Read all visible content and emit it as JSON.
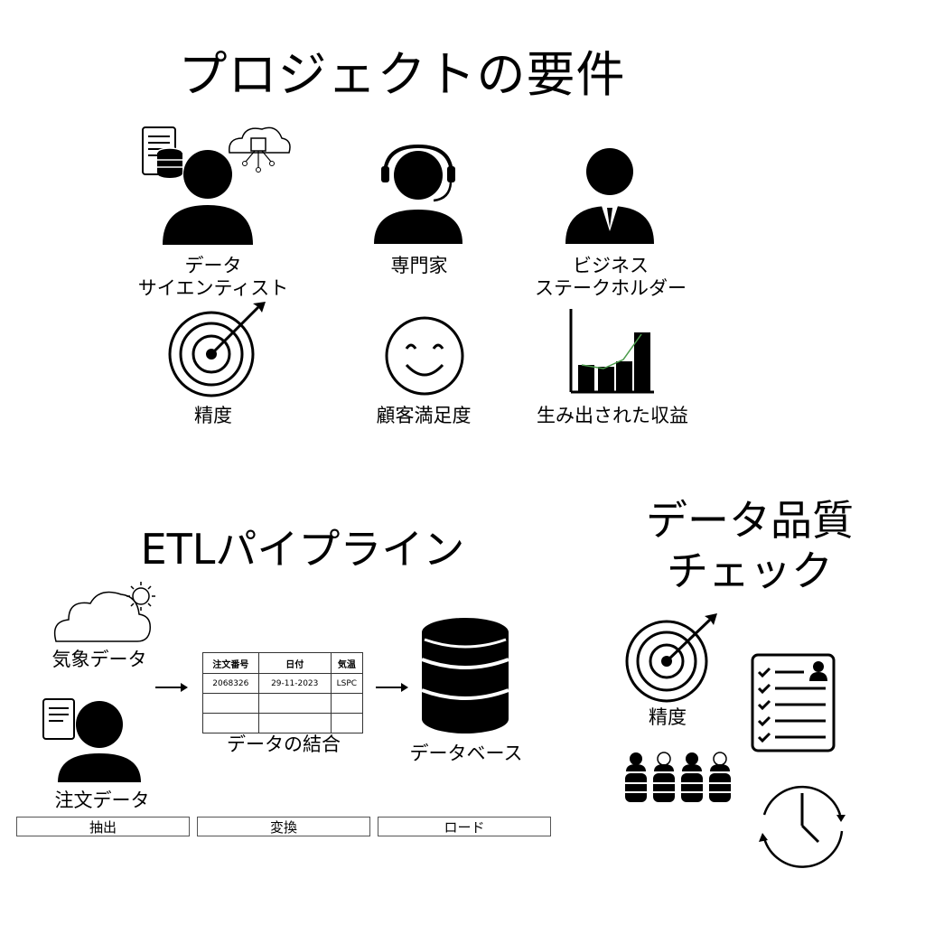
{
  "title": "プロジェクトの要件",
  "requirements": {
    "people": [
      {
        "label": "データ\nサイエンティスト",
        "icon": "data-scientist-icon"
      },
      {
        "label": "専門家",
        "icon": "expert-headset-icon"
      },
      {
        "label": "ビジネス\nステークホルダー",
        "icon": "business-stakeholder-icon"
      }
    ],
    "metrics": [
      {
        "label": "精度",
        "icon": "target-icon"
      },
      {
        "label": "顧客満足度",
        "icon": "smiley-icon"
      },
      {
        "label": "生み出された収益",
        "icon": "revenue-chart-icon"
      }
    ]
  },
  "etl": {
    "title": "ETLパイプライン",
    "sources": [
      {
        "label": "気象データ",
        "icon": "weather-cloud-icon"
      },
      {
        "label": "注文データ",
        "icon": "order-person-icon"
      }
    ],
    "join": {
      "label": "データの結合",
      "headers": [
        "注文番号",
        "日付",
        "気温"
      ],
      "rows": [
        [
          "2068326",
          "29-11-2023",
          "LSPC"
        ],
        [
          "",
          "",
          ""
        ],
        [
          "",
          "",
          ""
        ]
      ]
    },
    "database": {
      "label": "データベース",
      "icon": "database-icon"
    },
    "stages": [
      "抽出",
      "変換",
      "ロード"
    ]
  },
  "data_quality": {
    "title": "データ品質\nチェック",
    "accuracy_label": "精度"
  }
}
